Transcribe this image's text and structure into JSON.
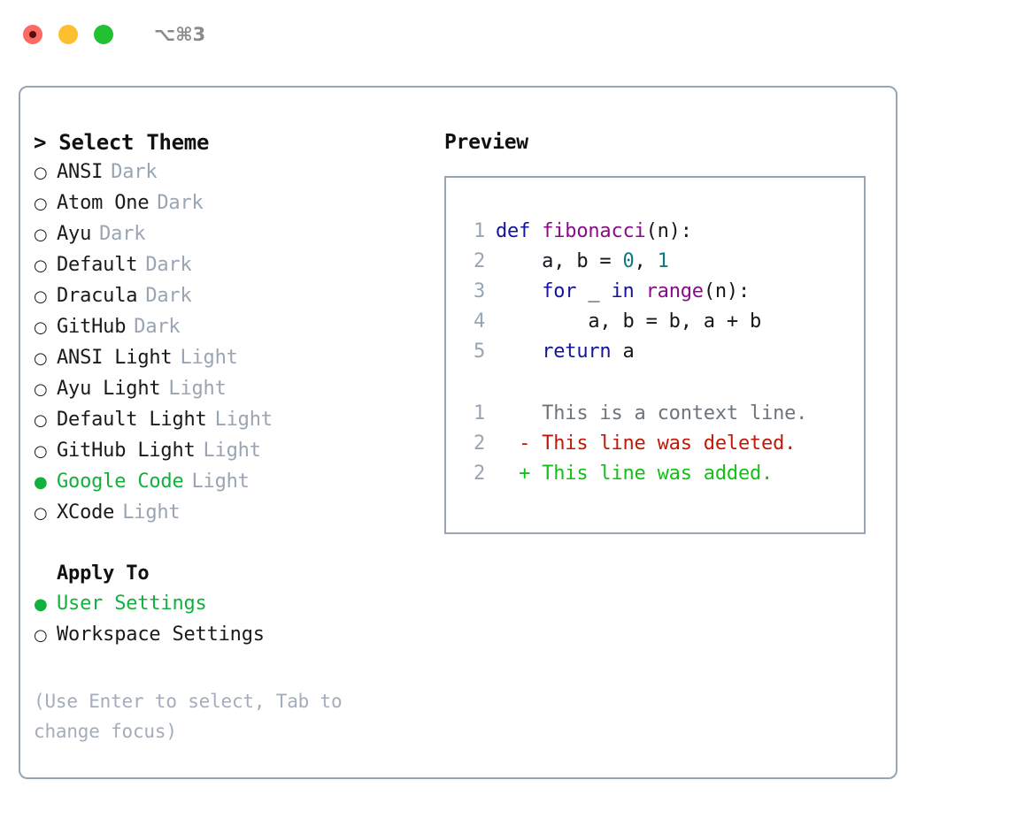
{
  "titlebar": {
    "shortcut": "⌥⌘3",
    "buttons": [
      {
        "name": "close",
        "color": "#fb6b64"
      },
      {
        "name": "minimize",
        "color": "#fcc02e"
      },
      {
        "name": "maximize",
        "color": "#22c132"
      }
    ]
  },
  "left": {
    "header": "> Select Theme",
    "bullet_unselected": "○",
    "bullet_selected": "●",
    "themes": [
      {
        "label": "ANSI",
        "kind": "Dark",
        "selected": false
      },
      {
        "label": "Atom One",
        "kind": "Dark",
        "selected": false
      },
      {
        "label": "Ayu",
        "kind": "Dark",
        "selected": false
      },
      {
        "label": "Default",
        "kind": "Dark",
        "selected": false
      },
      {
        "label": "Dracula",
        "kind": "Dark",
        "selected": false
      },
      {
        "label": "GitHub",
        "kind": "Dark",
        "selected": false
      },
      {
        "label": "ANSI Light",
        "kind": "Light",
        "selected": false
      },
      {
        "label": "Ayu Light",
        "kind": "Light",
        "selected": false
      },
      {
        "label": "Default Light",
        "kind": "Light",
        "selected": false
      },
      {
        "label": "GitHub Light",
        "kind": "Light",
        "selected": false
      },
      {
        "label": "Google Code",
        "kind": "Light",
        "selected": true
      },
      {
        "label": "XCode",
        "kind": "Light",
        "selected": false
      }
    ],
    "apply_to_title": "Apply To",
    "apply_to": [
      {
        "label": "User Settings",
        "kind": "",
        "selected": true
      },
      {
        "label": "Workspace Settings",
        "kind": "",
        "selected": false
      }
    ],
    "hint": "(Use Enter to select, Tab to change focus)"
  },
  "right": {
    "preview_title": "Preview",
    "code": [
      {
        "num": "1",
        "tokens": [
          {
            "t": "def",
            "c": "kw"
          },
          {
            "t": " ",
            "c": "plain"
          },
          {
            "t": "fibonacci",
            "c": "fn"
          },
          {
            "t": "(n):",
            "c": "plain"
          }
        ]
      },
      {
        "num": "2",
        "tokens": [
          {
            "t": "    a, b = ",
            "c": "plain"
          },
          {
            "t": "0",
            "c": "num"
          },
          {
            "t": ", ",
            "c": "plain"
          },
          {
            "t": "1",
            "c": "num"
          }
        ]
      },
      {
        "num": "3",
        "tokens": [
          {
            "t": "    ",
            "c": "plain"
          },
          {
            "t": "for",
            "c": "kw"
          },
          {
            "t": " _ ",
            "c": "plain"
          },
          {
            "t": "in",
            "c": "kw"
          },
          {
            "t": " ",
            "c": "plain"
          },
          {
            "t": "range",
            "c": "fn"
          },
          {
            "t": "(n):",
            "c": "plain"
          }
        ]
      },
      {
        "num": "4",
        "tokens": [
          {
            "t": "        a, b = b, a + b",
            "c": "plain"
          }
        ]
      },
      {
        "num": "5",
        "tokens": [
          {
            "t": "    ",
            "c": "plain"
          },
          {
            "t": "return",
            "c": "kw"
          },
          {
            "t": " a",
            "c": "plain"
          }
        ]
      }
    ],
    "diff": [
      {
        "num": "1",
        "marker": " ",
        "text": " This is a context line.",
        "kind": "ctx"
      },
      {
        "num": "2",
        "marker": "-",
        "text": " This line was deleted.",
        "kind": "del"
      },
      {
        "num": "2",
        "marker": "+",
        "text": " This line was added.",
        "kind": "add"
      }
    ]
  },
  "colors": {
    "accent_green": "#12b13d",
    "muted": "#9aa5b4",
    "border": "#9aa5b4",
    "keyword": "#14149c",
    "function": "#8c0a8c",
    "number": "#0b7a80",
    "diff_context": "#6c757d",
    "diff_deleted": "#c21807",
    "diff_added": "#12c017"
  }
}
